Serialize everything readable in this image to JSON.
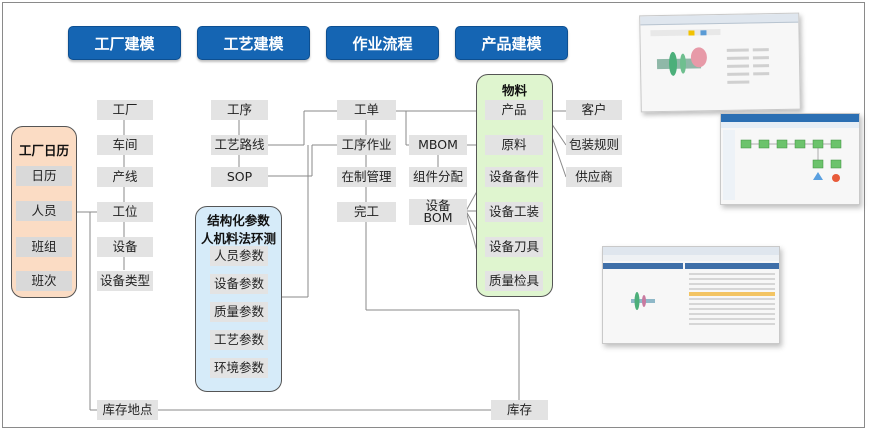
{
  "headers": {
    "factory": "工厂建模",
    "process": "工艺建模",
    "workflow": "作业流程",
    "product": "产品建模"
  },
  "calendar_group": {
    "title": "工厂日历",
    "items": [
      "日历",
      "人员",
      "班组",
      "班次"
    ]
  },
  "factory": {
    "items": [
      "工厂",
      "车间",
      "产线",
      "工位",
      "设备",
      "设备类型"
    ]
  },
  "process": {
    "items": [
      "工序",
      "工艺路线",
      "SOP"
    ]
  },
  "param_group": {
    "title_line1": "结构化参数",
    "title_line2": "人机料法环测",
    "items": [
      "人员参数",
      "设备参数",
      "质量参数",
      "工艺参数",
      "环境参数"
    ]
  },
  "workflow": {
    "items": [
      "工单",
      "工序作业",
      "在制管理",
      "完工"
    ]
  },
  "bom": {
    "mbom": "MBOM",
    "component": "组件分配",
    "equipment_bom": "设备\nBOM"
  },
  "material_group": {
    "title": "物料",
    "items": [
      "产品",
      "原料",
      "设备备件",
      "设备工装",
      "设备刀具",
      "质量检具"
    ]
  },
  "customer": {
    "items": [
      "客户",
      "包装规则",
      "供应商"
    ]
  },
  "storage": {
    "location": "库存地点",
    "inventory": "库存"
  },
  "colors": {
    "header_bg": "#1565b3",
    "box_bg": "#e3e3e3",
    "calendar_bg": "#fbdcc4",
    "param_bg": "#d6ebf9",
    "material_bg": "#dff5cf"
  }
}
